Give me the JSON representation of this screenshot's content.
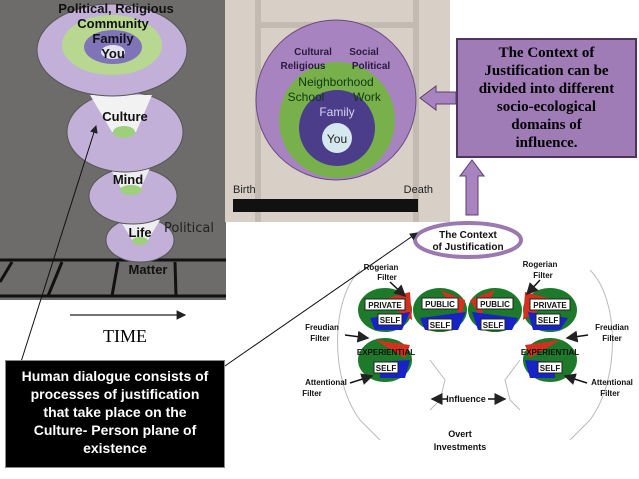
{
  "funnel": {
    "labels": {
      "political_religious": "Political, Religious",
      "community": "Community",
      "family": "Family",
      "you": "You",
      "culture": "Culture",
      "mind": "Mind",
      "life": "Life",
      "political": "Political",
      "matter": "Matter"
    }
  },
  "time_label": "TIME",
  "lifespan": {
    "outer_1": "Cultural",
    "outer_2": "Social",
    "outer_3": "Religious",
    "outer_4": "Political",
    "middle_1": "Neighborhood",
    "middle_2": "School",
    "middle_3": "Work",
    "inner": "Family",
    "core": "You",
    "birth": "Birth",
    "death": "Death"
  },
  "context_box": {
    "lines": [
      "The Context of",
      "Justification can be",
      "divided into different",
      "socio-ecological",
      "domains of",
      "influence."
    ]
  },
  "dialogue_box": {
    "lines": [
      "Human dialogue consists of",
      "processes of justification",
      "that take place on the",
      "Culture- Person plane of",
      "existence"
    ]
  },
  "heads": {
    "title_1": "The Context",
    "title_2": "of Justification",
    "rogerian_1": "Rogerian",
    "filter": "Filter",
    "freudian": "Freudian",
    "attentional": "Attentional",
    "private": "PRIVATE",
    "public": "PUBLIC",
    "self": "SELF",
    "experiential": "EXPERIENTIAL",
    "influence": "Influence",
    "overt_1": "Overt",
    "overt_2": "Investments"
  },
  "colors": {
    "purple": "#b9a3d4",
    "dark_purple": "#9f7cb6",
    "green": "#8dc06a",
    "gray": "#6d6c6a",
    "beige": "#d8d0c6"
  }
}
